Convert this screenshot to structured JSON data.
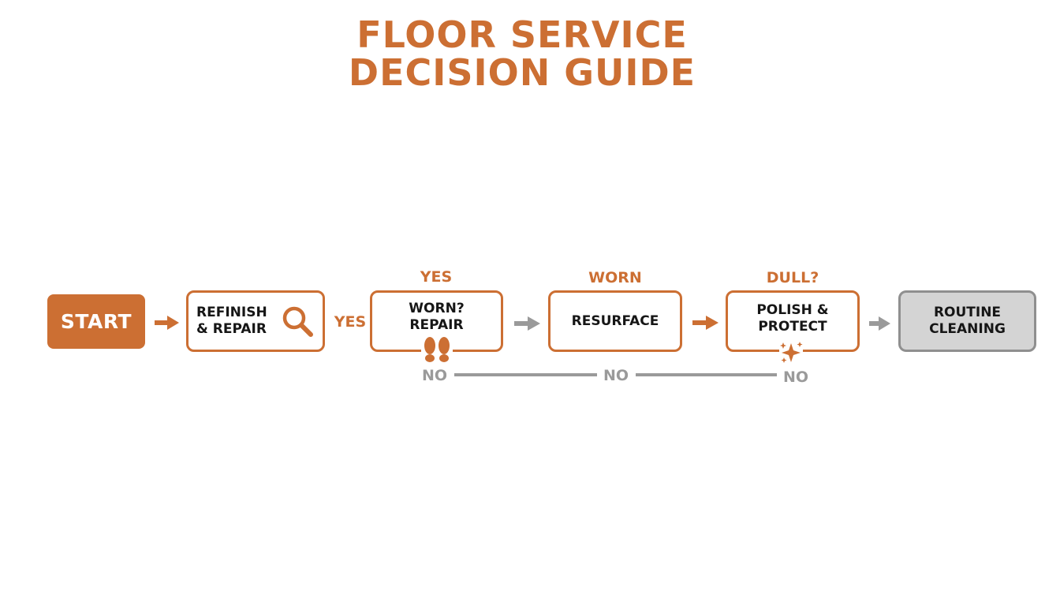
{
  "title": {
    "line1": "FLOOR SERVICE",
    "line2": "DECISION GUIDE"
  },
  "colors": {
    "accent": "#cc6f33",
    "neutral": "#9a9a9a",
    "terminal_fill": "#d4d4d4",
    "text": "#161616"
  },
  "nodes": {
    "start": {
      "label": "START"
    },
    "refinish": {
      "line1": "REFINISH",
      "line2": "& REPAIR",
      "icon": "magnifier-icon"
    },
    "worn_repair": {
      "line1": "WORN?",
      "line2": "REPAIR",
      "icon": "footprints-icon"
    },
    "resurface": {
      "label": "RESURFACE"
    },
    "polish": {
      "line1": "POLISH &",
      "line2": "PROTECT",
      "icon": "sparkles-icon"
    },
    "routine": {
      "line1": "ROUTINE",
      "line2": "CLEANING"
    }
  },
  "edge_labels": {
    "yes_side": "YES",
    "yes_top": "YES",
    "worn_top": "WORN",
    "dull_top": "DULL?",
    "no_1": "NO",
    "no_2": "NO",
    "no_3": "NO"
  }
}
